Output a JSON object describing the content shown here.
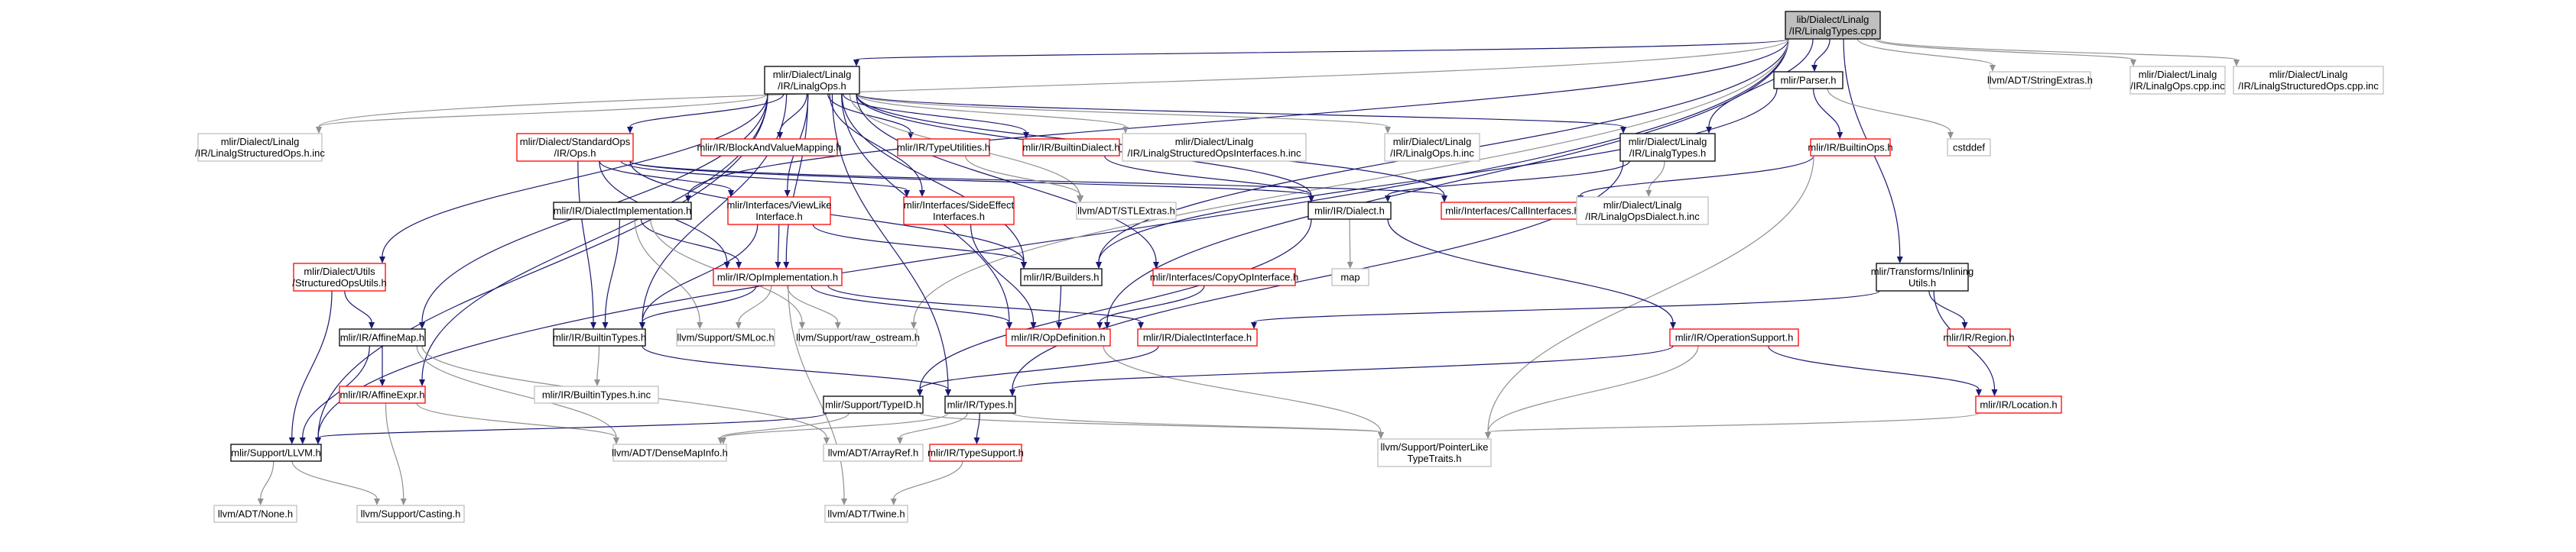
{
  "page_title": "lib/Dialect/Linalg/IR/LinalgTypes.cpp include dependency graph",
  "colors": {
    "root_fill": "#bfbfbf",
    "documented_border": "#000000",
    "missing_doc_border": "#ff0000",
    "external_border": "#bfbfbf",
    "edge_color": "#191970",
    "external_edge_color": "#909090"
  },
  "nodes": [
    {
      "id": "root",
      "kind": "root",
      "lines": [
        "lib/Dialect/Linalg",
        "/IR/LinalgTypes.cpp"
      ]
    },
    {
      "id": "linalgops_h",
      "kind": "doc",
      "lines": [
        "mlir/Dialect/Linalg",
        "/IR/LinalgOps.h"
      ]
    },
    {
      "id": "parser_h",
      "kind": "doc",
      "lines": [
        "mlir/Parser.h"
      ]
    },
    {
      "id": "stringextras",
      "kind": "ext",
      "lines": [
        "llvm/ADT/StringExtras.h"
      ]
    },
    {
      "id": "linalgops_cpp_inc",
      "kind": "ext",
      "lines": [
        "mlir/Dialect/Linalg",
        "/IR/LinalgOps.cpp.inc"
      ]
    },
    {
      "id": "structops_cpp_inc",
      "kind": "ext",
      "lines": [
        "mlir/Dialect/Linalg",
        "/IR/LinalgStructuredOps.cpp.inc"
      ]
    },
    {
      "id": "structops_h_inc",
      "kind": "ext",
      "lines": [
        "mlir/Dialect/Linalg",
        "/IR/LinalgStructuredOps.h.inc"
      ]
    },
    {
      "id": "standardops",
      "kind": "warn",
      "lines": [
        "mlir/Dialect/StandardOps",
        "/IR/Ops.h"
      ]
    },
    {
      "id": "blockandvalue",
      "kind": "warn",
      "lines": [
        "mlir/IR/BlockAndValueMapping.h"
      ]
    },
    {
      "id": "typeutilities",
      "kind": "warn",
      "lines": [
        "mlir/IR/TypeUtilities.h"
      ]
    },
    {
      "id": "builtindialect",
      "kind": "warn",
      "lines": [
        "mlir/IR/BuiltinDialect.h"
      ]
    },
    {
      "id": "structopsinterfaces",
      "kind": "ext",
      "lines": [
        "mlir/Dialect/Linalg",
        "/IR/LinalgStructuredOpsInterfaces.h.inc"
      ]
    },
    {
      "id": "linalgops_h_inc",
      "kind": "ext",
      "lines": [
        "mlir/Dialect/Linalg",
        "/IR/LinalgOps.h.inc"
      ]
    },
    {
      "id": "linalgtypes_h",
      "kind": "doc",
      "lines": [
        "mlir/Dialect/Linalg",
        "/IR/LinalgTypes.h"
      ]
    },
    {
      "id": "builtinops",
      "kind": "warn",
      "lines": [
        "mlir/IR/BuiltinOps.h"
      ]
    },
    {
      "id": "cstddef",
      "kind": "ext",
      "lines": [
        "cstddef"
      ]
    },
    {
      "id": "dialectimpl",
      "kind": "doc",
      "lines": [
        "mlir/IR/DialectImplementation.h"
      ]
    },
    {
      "id": "viewlike",
      "kind": "warn",
      "lines": [
        "mlir/Interfaces/ViewLike",
        "Interface.h"
      ]
    },
    {
      "id": "sideeffect",
      "kind": "warn",
      "lines": [
        "mlir/Interfaces/SideEffect",
        "Interfaces.h"
      ]
    },
    {
      "id": "stlextras",
      "kind": "ext",
      "lines": [
        "llvm/ADT/STLExtras.h"
      ]
    },
    {
      "id": "dialect_h",
      "kind": "doc",
      "lines": [
        "mlir/IR/Dialect.h"
      ]
    },
    {
      "id": "callinterfaces",
      "kind": "warn",
      "lines": [
        "mlir/Interfaces/CallInterfaces.h"
      ]
    },
    {
      "id": "opsdialect_inc",
      "kind": "ext",
      "lines": [
        "mlir/Dialect/Linalg",
        "/IR/LinalgOpsDialect.h.inc"
      ]
    },
    {
      "id": "structopsutils",
      "kind": "warn",
      "lines": [
        "mlir/Dialect/Utils",
        "/StructuredOpsUtils.h"
      ]
    },
    {
      "id": "opimpl",
      "kind": "warn",
      "lines": [
        "mlir/IR/OpImplementation.h"
      ]
    },
    {
      "id": "builders",
      "kind": "doc",
      "lines": [
        "mlir/IR/Builders.h"
      ]
    },
    {
      "id": "copyop",
      "kind": "warn",
      "lines": [
        "mlir/Interfaces/CopyOpInterface.h"
      ]
    },
    {
      "id": "map",
      "kind": "ext",
      "lines": [
        "map"
      ]
    },
    {
      "id": "inlining",
      "kind": "doc",
      "lines": [
        "mlir/Transforms/Inlining",
        "Utils.h"
      ]
    },
    {
      "id": "affinemap",
      "kind": "doc",
      "lines": [
        "mlir/IR/AffineMap.h"
      ]
    },
    {
      "id": "builtintypes",
      "kind": "doc",
      "lines": [
        "mlir/IR/BuiltinTypes.h"
      ]
    },
    {
      "id": "smloc",
      "kind": "ext",
      "lines": [
        "llvm/Support/SMLoc.h"
      ]
    },
    {
      "id": "raw_ostream",
      "kind": "ext",
      "lines": [
        "llvm/Support/raw_ostream.h"
      ]
    },
    {
      "id": "opdefinition",
      "kind": "warn",
      "lines": [
        "mlir/IR/OpDefinition.h"
      ]
    },
    {
      "id": "dialectinterface",
      "kind": "warn",
      "lines": [
        "mlir/IR/DialectInterface.h"
      ]
    },
    {
      "id": "operationsupport",
      "kind": "warn",
      "lines": [
        "mlir/IR/OperationSupport.h"
      ]
    },
    {
      "id": "region",
      "kind": "warn",
      "lines": [
        "mlir/IR/Region.h"
      ]
    },
    {
      "id": "builtintypes_inc",
      "kind": "ext",
      "lines": [
        "mlir/IR/BuiltinTypes.h.inc"
      ]
    },
    {
      "id": "affineexpr",
      "kind": "warn",
      "lines": [
        "mlir/IR/AffineExpr.h"
      ]
    },
    {
      "id": "typeid",
      "kind": "doc",
      "lines": [
        "mlir/Support/TypeID.h"
      ]
    },
    {
      "id": "types_h",
      "kind": "doc",
      "lines": [
        "mlir/IR/Types.h"
      ]
    },
    {
      "id": "location",
      "kind": "warn",
      "lines": [
        "mlir/IR/Location.h"
      ]
    },
    {
      "id": "llvm_h",
      "kind": "doc",
      "lines": [
        "mlir/Support/LLVM.h"
      ]
    },
    {
      "id": "densemapinfo",
      "kind": "ext",
      "lines": [
        "llvm/ADT/DenseMapInfo.h"
      ]
    },
    {
      "id": "arrayref",
      "kind": "ext",
      "lines": [
        "llvm/ADT/ArrayRef.h"
      ]
    },
    {
      "id": "typesupport",
      "kind": "warn",
      "lines": [
        "mlir/IR/TypeSupport.h"
      ]
    },
    {
      "id": "pointerlike",
      "kind": "ext",
      "lines": [
        "llvm/Support/PointerLike",
        "TypeTraits.h"
      ]
    },
    {
      "id": "none_h",
      "kind": "ext",
      "lines": [
        "llvm/ADT/None.h"
      ]
    },
    {
      "id": "casting",
      "kind": "ext",
      "lines": [
        "llvm/Support/Casting.h"
      ]
    },
    {
      "id": "twine",
      "kind": "ext",
      "lines": [
        "llvm/ADT/Twine.h"
      ]
    }
  ],
  "edges": [
    [
      "root",
      "linalgops_h"
    ],
    [
      "root",
      "parser_h"
    ],
    [
      "root",
      "stringextras"
    ],
    [
      "root",
      "linalgops_cpp_inc"
    ],
    [
      "root",
      "structops_cpp_inc"
    ],
    [
      "root",
      "linalgtypes_h"
    ],
    [
      "root",
      "inlining"
    ],
    [
      "root",
      "builders"
    ],
    [
      "root",
      "dialectimpl"
    ],
    [
      "root",
      "llvm_h"
    ],
    [
      "root",
      "structops_h_inc"
    ],
    [
      "root",
      "opdefinition"
    ],
    [
      "root",
      "raw_ostream"
    ],
    [
      "linalgops_h",
      "structops_h_inc"
    ],
    [
      "linalgops_h",
      "standardops"
    ],
    [
      "linalgops_h",
      "blockandvalue"
    ],
    [
      "linalgops_h",
      "typeutilities"
    ],
    [
      "linalgops_h",
      "builtindialect"
    ],
    [
      "linalgops_h",
      "structopsinterfaces"
    ],
    [
      "linalgops_h",
      "linalgops_h_inc"
    ],
    [
      "linalgops_h",
      "linalgtypes_h"
    ],
    [
      "linalgops_h",
      "viewlike"
    ],
    [
      "linalgops_h",
      "sideeffect"
    ],
    [
      "linalgops_h",
      "stlextras"
    ],
    [
      "linalgops_h",
      "dialect_h"
    ],
    [
      "linalgops_h",
      "callinterfaces"
    ],
    [
      "linalgops_h",
      "structopsutils"
    ],
    [
      "linalgops_h",
      "opimpl"
    ],
    [
      "linalgops_h",
      "builders"
    ],
    [
      "linalgops_h",
      "copyop"
    ],
    [
      "linalgops_h",
      "affinemap"
    ],
    [
      "linalgops_h",
      "builtintypes"
    ],
    [
      "linalgops_h",
      "affineexpr"
    ],
    [
      "linalgops_h",
      "llvm_h"
    ],
    [
      "linalgops_h",
      "types_h"
    ],
    [
      "linalgops_h",
      "opdefinition"
    ],
    [
      "parser_h",
      "builtinops"
    ],
    [
      "parser_h",
      "cstddef"
    ],
    [
      "parser_h",
      "builders"
    ],
    [
      "standardops",
      "viewlike"
    ],
    [
      "standardops",
      "sideeffect"
    ],
    [
      "standardops",
      "builtintypes"
    ],
    [
      "standardops",
      "callinterfaces"
    ],
    [
      "standardops",
      "builders"
    ],
    [
      "standardops",
      "opimpl"
    ],
    [
      "standardops",
      "dialect_h"
    ],
    [
      "typeutilities",
      "stlextras"
    ],
    [
      "builtindialect",
      "dialect_h"
    ],
    [
      "linalgtypes_h",
      "dialect_h"
    ],
    [
      "linalgtypes_h",
      "opsdialect_inc"
    ],
    [
      "linalgtypes_h",
      "types_h"
    ],
    [
      "builtinops",
      "callinterfaces"
    ],
    [
      "builtinops",
      "pointerlike"
    ],
    [
      "dialectimpl",
      "opimpl"
    ],
    [
      "dialectimpl",
      "smloc"
    ],
    [
      "dialectimpl",
      "raw_ostream"
    ],
    [
      "dialectimpl",
      "builtintypes"
    ],
    [
      "viewlike",
      "opimpl"
    ],
    [
      "viewlike",
      "builders"
    ],
    [
      "viewlike",
      "builtintypes"
    ],
    [
      "sideeffect",
      "opdefinition"
    ],
    [
      "dialect_h",
      "map"
    ],
    [
      "dialect_h",
      "operationsupport"
    ],
    [
      "dialect_h",
      "typeid"
    ],
    [
      "structopsutils",
      "affinemap"
    ],
    [
      "structopsutils",
      "llvm_h"
    ],
    [
      "opimpl",
      "opdefinition"
    ],
    [
      "opimpl",
      "smloc"
    ],
    [
      "opimpl",
      "raw_ostream"
    ],
    [
      "opimpl",
      "builtintypes"
    ],
    [
      "opimpl",
      "dialectinterface"
    ],
    [
      "opimpl",
      "twine"
    ],
    [
      "builders",
      "opdefinition"
    ],
    [
      "copyop",
      "opdefinition"
    ],
    [
      "inlining",
      "dialectinterface"
    ],
    [
      "inlining",
      "region"
    ],
    [
      "inlining",
      "location"
    ],
    [
      "affinemap",
      "affineexpr"
    ],
    [
      "affinemap",
      "llvm_h"
    ],
    [
      "affinemap",
      "densemapinfo"
    ],
    [
      "affinemap",
      "arrayref"
    ],
    [
      "builtintypes",
      "builtintypes_inc"
    ],
    [
      "builtintypes",
      "types_h"
    ],
    [
      "opdefinition",
      "pointerlike"
    ],
    [
      "dialectinterface",
      "typeid"
    ],
    [
      "operationsupport",
      "types_h"
    ],
    [
      "operationsupport",
      "location"
    ],
    [
      "operationsupport",
      "pointerlike"
    ],
    [
      "affineexpr",
      "densemapinfo"
    ],
    [
      "affineexpr",
      "casting"
    ],
    [
      "typeid",
      "llvm_h"
    ],
    [
      "typeid",
      "densemapinfo"
    ],
    [
      "typeid",
      "pointerlike"
    ],
    [
      "types_h",
      "densemapinfo"
    ],
    [
      "types_h",
      "arrayref"
    ],
    [
      "types_h",
      "typesupport"
    ],
    [
      "types_h",
      "pointerlike"
    ],
    [
      "location",
      "pointerlike"
    ],
    [
      "llvm_h",
      "none_h"
    ],
    [
      "llvm_h",
      "casting"
    ],
    [
      "typesupport",
      "twine"
    ]
  ]
}
